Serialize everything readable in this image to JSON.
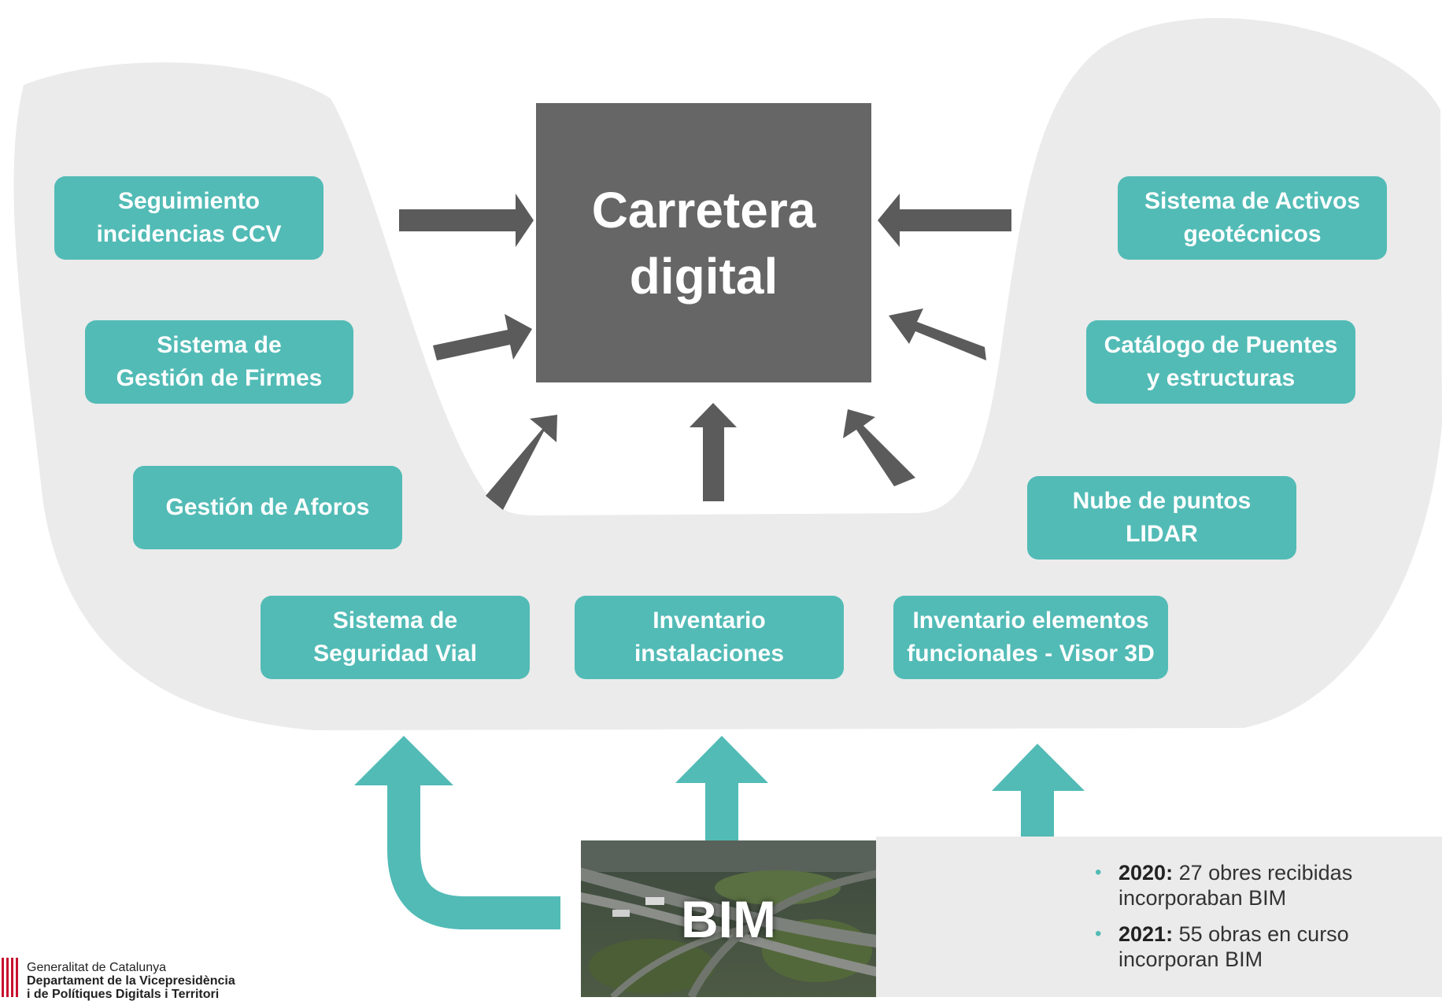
{
  "colors": {
    "teal": "#52bbb6",
    "dark_gray": "#666666",
    "arrow_gray": "#5b5b5b",
    "blob_gray": "#ebebeb"
  },
  "center": {
    "title": "Carretera\ndigital"
  },
  "systems": [
    {
      "id": "seguimiento",
      "label": "Seguimiento\nincidencias CCV"
    },
    {
      "id": "firmes",
      "label": "Sistema de\nGestión de Firmes"
    },
    {
      "id": "aforos",
      "label": "Gestión de Aforos"
    },
    {
      "id": "seguridad",
      "label": "Sistema de\nSeguridad Vial"
    },
    {
      "id": "instalaciones",
      "label": "Inventario\ninstalaciones"
    },
    {
      "id": "visor3d",
      "label": "Inventario elementos\nfuncionales - Visor 3D"
    },
    {
      "id": "lidar",
      "label": "Nube de puntos\nLIDAR"
    },
    {
      "id": "puentes",
      "label": "Catálogo de Puentes\ny estructuras"
    },
    {
      "id": "activos",
      "label": "Sistema de Activos\ngeotécnicos"
    }
  ],
  "bim": {
    "label": "BIM"
  },
  "stats": [
    {
      "year": "2020:",
      "text": " 27 obres recibidas incorporaban BIM"
    },
    {
      "year": "2021:",
      "text": " 55 obras en curso incorporan BIM"
    }
  ],
  "logo": {
    "line1": "Generalitat de Catalunya",
    "line2": "Departament de la Vicepresidència",
    "line3": "i de Polítiques Digitals i Territori"
  },
  "icons": {
    "bullet": "•"
  }
}
